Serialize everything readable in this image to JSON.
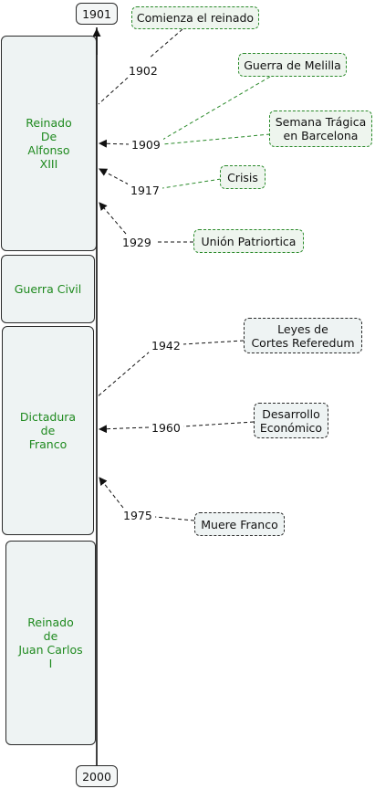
{
  "timeline": {
    "start_label": "1901",
    "end_label": "2000"
  },
  "eras": [
    {
      "label": "Reinado\nDe\nAlfonso\nXIII"
    },
    {
      "label": "Guerra Civil"
    },
    {
      "label": "Dictadura\nde\nFranco"
    },
    {
      "label": "Reinado\nde\nJuan Carlos\nI"
    }
  ],
  "events": [
    {
      "year": "1902",
      "label": "Comienza el reinado"
    },
    {
      "year": "1909",
      "label": "Guerra de Melilla"
    },
    {
      "year": "1909",
      "label": "Semana Trágica\nen Barcelona"
    },
    {
      "year": "1917",
      "label": "Crisis"
    },
    {
      "year": "1929",
      "label": "Unión  Patriortica"
    },
    {
      "year": "1942",
      "label": "Leyes de\nCortes Referedum"
    },
    {
      "year": "1960",
      "label": "Desarrollo\nEconómico"
    },
    {
      "year": "1975",
      "label": "Muere Franco"
    }
  ],
  "colors": {
    "era_fill": "#eef3f3",
    "era_text": "#1f8a1f",
    "connector_green": "#2a8a2a",
    "connector_dark": "#2a2a2a"
  }
}
